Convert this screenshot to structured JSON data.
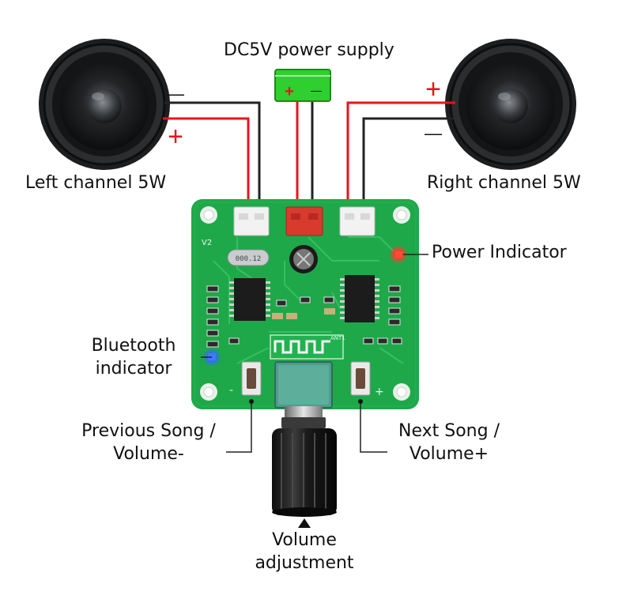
{
  "labels": {
    "power_supply": "DC5V power supply",
    "left_channel": "Left channel 5W",
    "right_channel": "Right channel 5W",
    "power_indicator": "Power Indicator",
    "bluetooth_line1": "Bluetooth",
    "bluetooth_line2": "indicator",
    "prev_line1": "Previous Song /",
    "prev_line2": "Volume-",
    "next_line1": "Next Song /",
    "next_line2": "Volume+",
    "volume_line1": "Volume",
    "volume_line2": "adjustment"
  },
  "polarity": {
    "minus": "—",
    "plus": "+",
    "psu_plus": "+",
    "psu_minus": "—"
  },
  "board_marks": {
    "version": "V2",
    "antenna": "ANT1",
    "crystal": "000.12"
  },
  "colors": {
    "wire_red": "#e8141c",
    "wire_black": "#222222",
    "pcb_green": "#1fa84a",
    "psu_green": "#2ecf2e",
    "connector_red": "#d93a2e",
    "led_red": "#ff3a2a",
    "led_blue": "#2f6cff"
  }
}
